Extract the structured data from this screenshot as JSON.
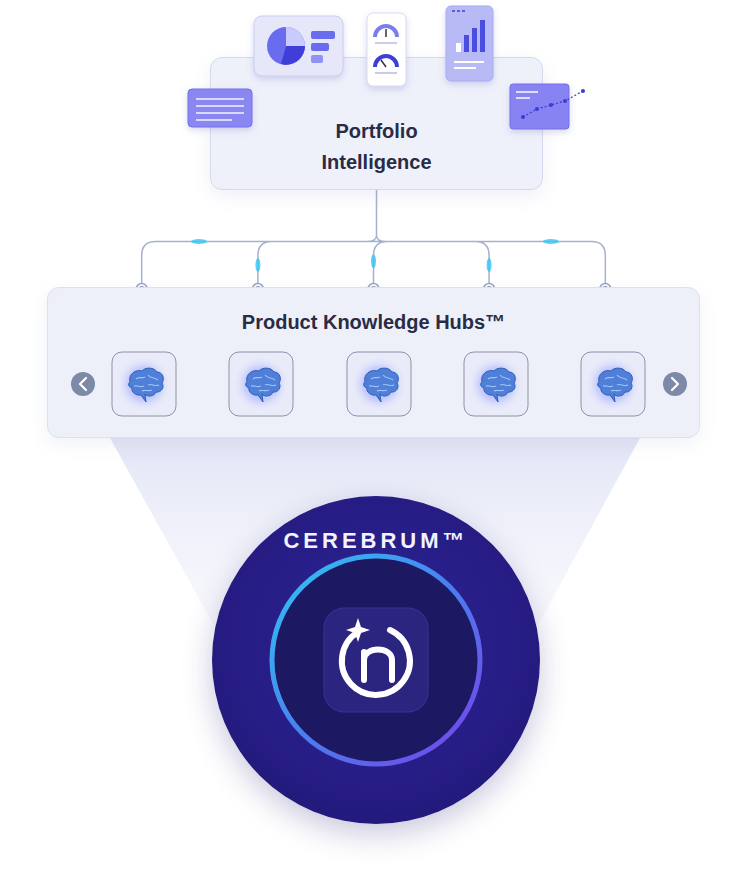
{
  "diagram": {
    "nodes": [
      {
        "text": [
          "Portfolio Intelligence"
        ]
      },
      {
        "text": [
          "Product Knowledge Hubs™"
        ]
      },
      {
        "text": [
          "CEREBRUM™"
        ]
      }
    ],
    "edges": [
      {
        "from": 0,
        "to": 1,
        "arrow": "none"
      }
    ]
  }
}
